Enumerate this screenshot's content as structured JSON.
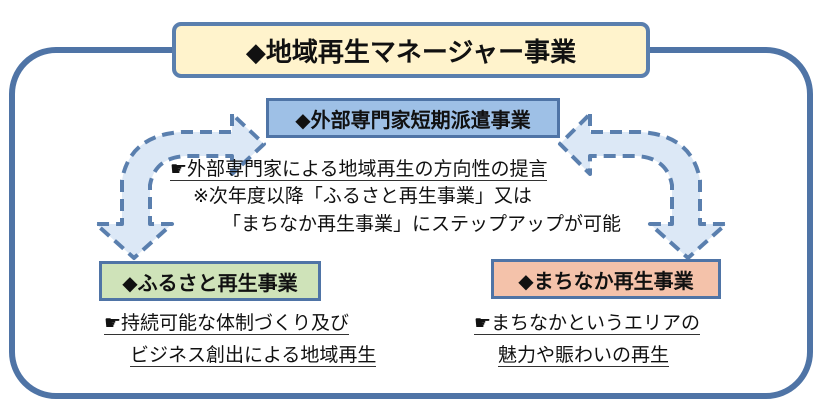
{
  "title": "◆地域再生マネージャー事業",
  "center_box": {
    "label": "◆外部専門家短期派遣事業",
    "description": [
      "☛外部専門家による地域再生の方向性の提言",
      "※次年度以降「ふるさと再生事業」又は",
      "「まちなか再生事業」にステップアップが可能"
    ]
  },
  "left_box": {
    "label": "◆ふるさと再生事業",
    "description": [
      "☛持続可能な体制づくり及び",
      "ビジネス創出による地域再生"
    ]
  },
  "right_box": {
    "label": "◆まちなか再生事業",
    "description": [
      "☛まちなかというエリアの",
      "魅力や賑わいの再生"
    ]
  },
  "colors": {
    "frame_border": "#4f74a6",
    "title_fill": "#fff3cc",
    "center_fill": "#9ec0e6",
    "left_fill": "#cfe3b9",
    "right_fill": "#f4c2aa",
    "arrow_fill": "#dce8f6",
    "arrow_stroke": "#5a7fae"
  }
}
